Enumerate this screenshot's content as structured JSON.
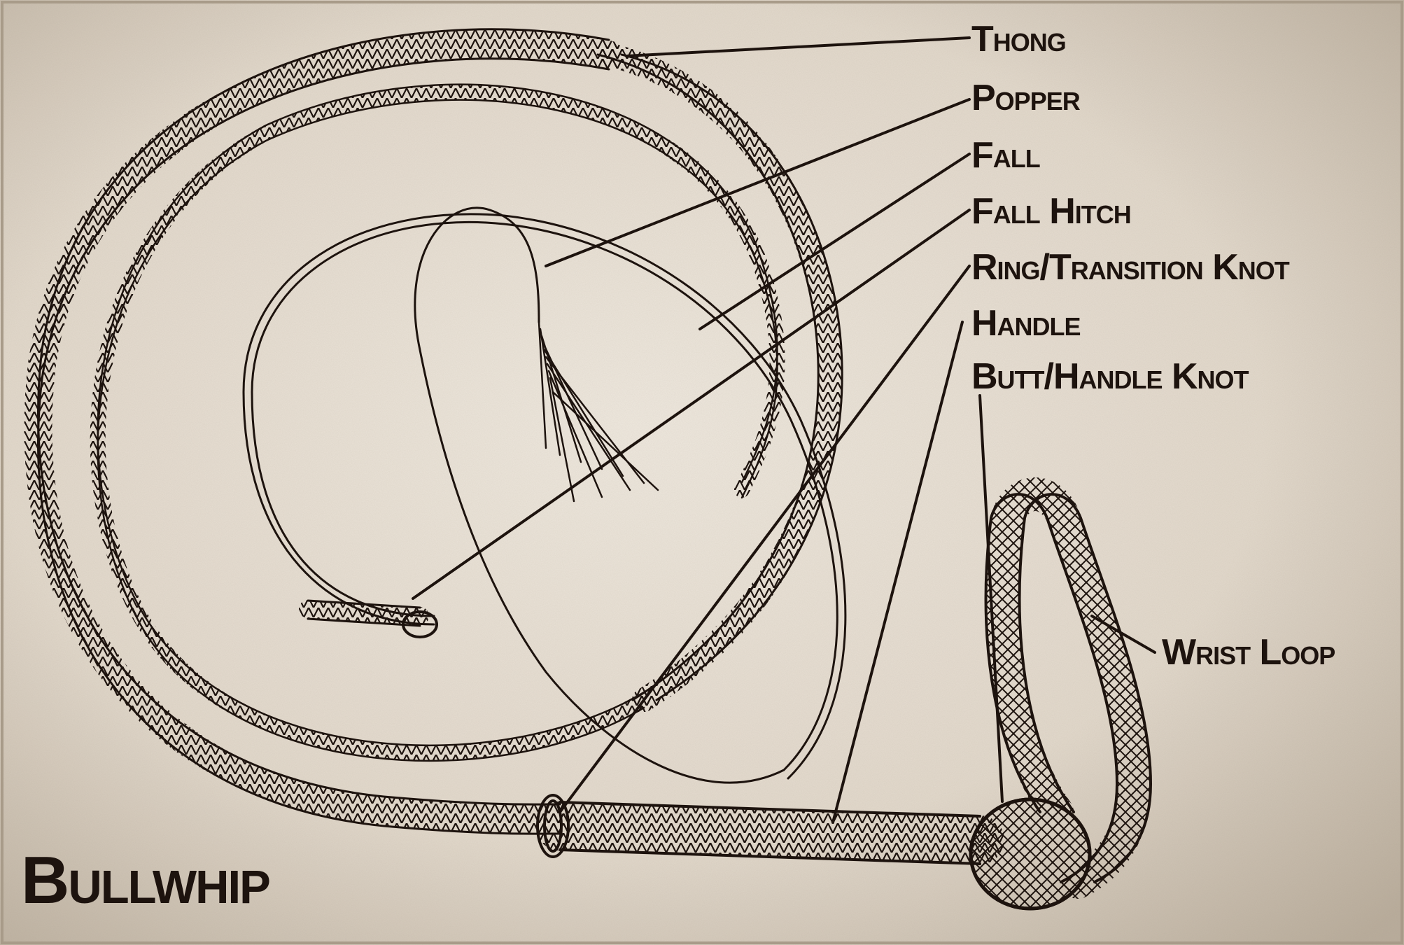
{
  "title": "Bullwhip",
  "labels": {
    "thong": "Thong",
    "popper": "Popper",
    "fall": "Fall",
    "fall_hitch": "Fall Hitch",
    "ring_knot": "Ring/Transition Knot",
    "handle": "Handle",
    "butt_knot": "Butt/Handle Knot",
    "wrist_loop": "Wrist Loop"
  },
  "colors": {
    "ink": "#1d130e",
    "paper_center": "#ece6dc",
    "paper_edge": "#b9ad9c"
  }
}
